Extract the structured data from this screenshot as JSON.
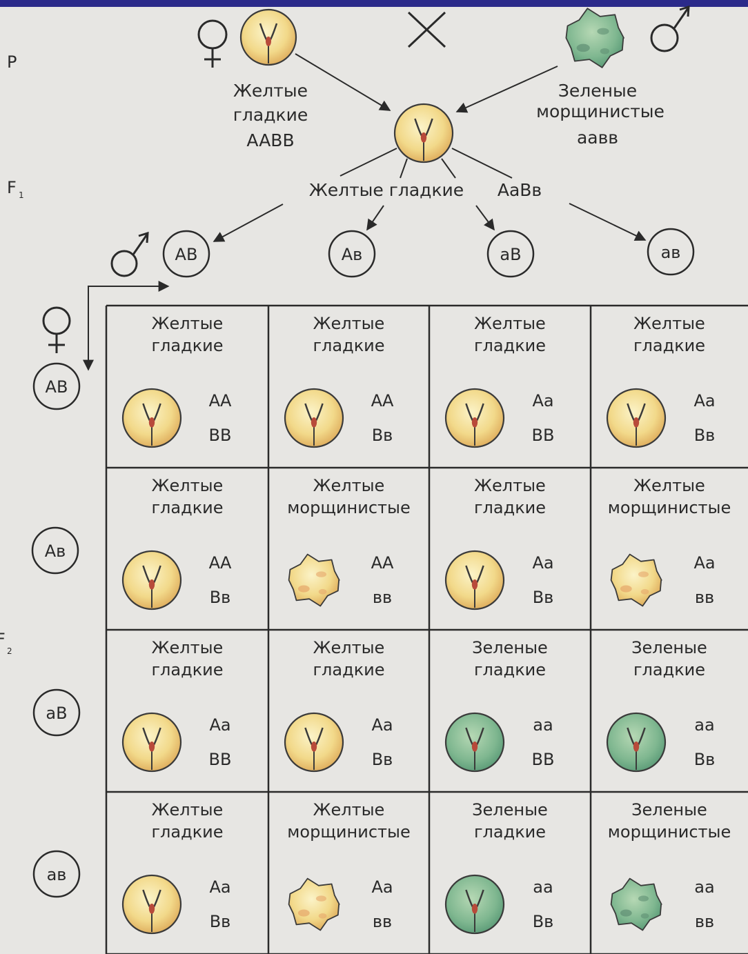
{
  "generation_labels": {
    "p": "P",
    "f1": "F",
    "f1_sub": "1",
    "f2": "F",
    "f2_sub": "2"
  },
  "parents": {
    "female": {
      "phenotype_1": "Желтые",
      "phenotype_2": "гладкие",
      "genotype": "AABB",
      "color": "yellow",
      "shape": "smooth"
    },
    "male": {
      "phenotype_1": "Зеленые",
      "phenotype_2": "морщинистые",
      "genotype": "аавв",
      "color": "green",
      "shape": "wrinkled"
    }
  },
  "f1": {
    "phenotype": "Желтые гладкие",
    "genotype": "АаВв"
  },
  "male_gametes": [
    "АВ",
    "Ав",
    "аВ",
    "ав"
  ],
  "female_gametes": [
    "АВ",
    "Ав",
    "аВ",
    "ав"
  ],
  "grid": [
    [
      {
        "line1": "Желтые",
        "line2": "гладкие",
        "g1": "АА",
        "g2": "ВВ",
        "color": "yellow",
        "shape": "smooth"
      },
      {
        "line1": "Желтые",
        "line2": "гладкие",
        "g1": "АА",
        "g2": "Вв",
        "color": "yellow",
        "shape": "smooth"
      },
      {
        "line1": "Желтые",
        "line2": "гладкие",
        "g1": "Аа",
        "g2": "ВВ",
        "color": "yellow",
        "shape": "smooth"
      },
      {
        "line1": "Желтые",
        "line2": "гладкие",
        "g1": "Аа",
        "g2": "Вв",
        "color": "yellow",
        "shape": "smooth"
      }
    ],
    [
      {
        "line1": "Желтые",
        "line2": "гладкие",
        "g1": "АА",
        "g2": "Вв",
        "color": "yellow",
        "shape": "smooth"
      },
      {
        "line1": "Желтые",
        "line2": "морщинистые",
        "g1": "АА",
        "g2": "вв",
        "color": "yellow",
        "shape": "wrinkled"
      },
      {
        "line1": "Желтые",
        "line2": "гладкие",
        "g1": "Аа",
        "g2": "Вв",
        "color": "yellow",
        "shape": "smooth"
      },
      {
        "line1": "Желтые",
        "line2": "морщинистые",
        "g1": "Аа",
        "g2": "вв",
        "color": "yellow",
        "shape": "wrinkled"
      }
    ],
    [
      {
        "line1": "Желтые",
        "line2": "гладкие",
        "g1": "Аа",
        "g2": "ВВ",
        "color": "yellow",
        "shape": "smooth"
      },
      {
        "line1": "Желтые",
        "line2": "гладкие",
        "g1": "Аа",
        "g2": "Вв",
        "color": "yellow",
        "shape": "smooth"
      },
      {
        "line1": "Зеленые",
        "line2": "гладкие",
        "g1": "аа",
        "g2": "ВВ",
        "color": "green",
        "shape": "smooth"
      },
      {
        "line1": "Зеленые",
        "line2": "гладкие",
        "g1": "аа",
        "g2": "Вв",
        "color": "green",
        "shape": "smooth"
      }
    ],
    [
      {
        "line1": "Желтые",
        "line2": "гладкие",
        "g1": "Аа",
        "g2": "Вв",
        "color": "yellow",
        "shape": "smooth"
      },
      {
        "line1": "Желтые",
        "line2": "морщинистые",
        "g1": "Аа",
        "g2": "вв",
        "color": "yellow",
        "shape": "wrinkled"
      },
      {
        "line1": "Зеленые",
        "line2": "гладкие",
        "g1": "аа",
        "g2": "Вв",
        "color": "green",
        "shape": "smooth"
      },
      {
        "line1": "Зеленые",
        "line2": "морщинистые",
        "g1": "аа",
        "g2": "вв",
        "color": "green",
        "shape": "wrinkled"
      }
    ]
  ],
  "colors": {
    "yellow_pea": "#f2d98a",
    "yellow_pea_light": "#fbf1c4",
    "green_pea": "#7fb790",
    "green_pea_dark": "#5f9e7a",
    "embryo": "#b84a3a",
    "frame_top": "#2b2a8a"
  }
}
